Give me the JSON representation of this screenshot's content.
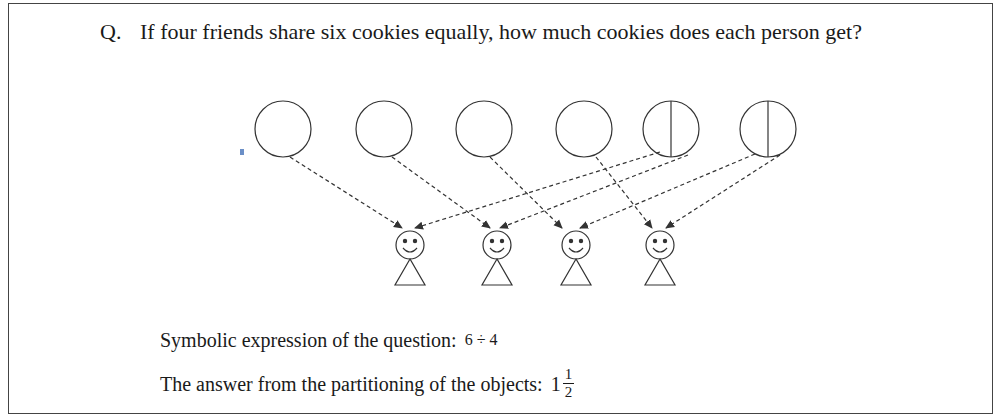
{
  "diagram": {
    "labels": [
      "Q.",
      "If four friends share six cookies equally, how much cookies does each person get?",
      "Symbolic expression of the question:",
      "6 ÷ 4",
      "The answer from the partitioning of the objects:",
      "1",
      "1",
      "2"
    ]
  }
}
